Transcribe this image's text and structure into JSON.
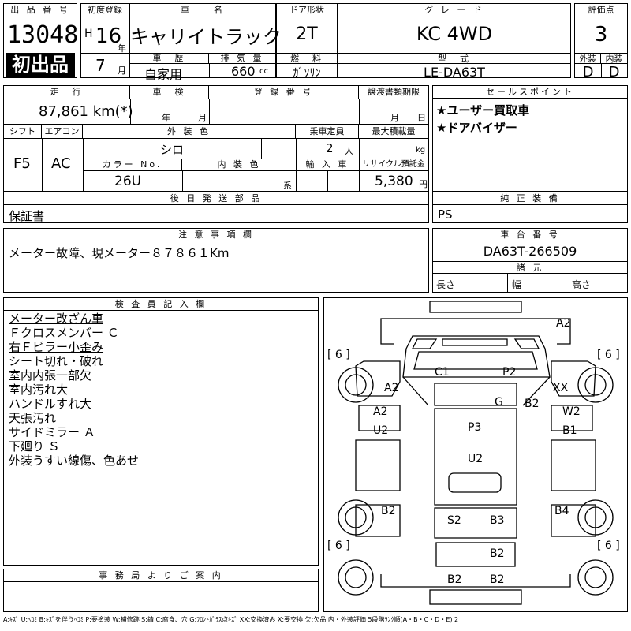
{
  "header": {
    "lot_no_label": "出 品 番 号",
    "lot_no": "13048",
    "first_listing": "初出品",
    "first_reg_label": "初度登録",
    "era": "H",
    "year": "16",
    "year_unit": "年",
    "month": "7",
    "month_unit": "月",
    "car_name_label": "車　　名",
    "car_name": "キャリイトラック",
    "door_label": "ドア形状",
    "door": "2T",
    "grade_label": "グ レ ー ド",
    "grade": "KC 4WD",
    "score_label": "評価点",
    "score": "3",
    "history_label": "車　歴",
    "history": "自家用",
    "displacement_label": "排 気 量",
    "displacement": "660",
    "displacement_unit": "cc",
    "fuel_label": "燃　料",
    "fuel": "ｶﾞｿﾘﾝ",
    "model_label": "型　式",
    "model": "LE-DA63T",
    "exterior_label": "外装",
    "exterior": "D",
    "interior_label": "内装",
    "interior": "D"
  },
  "row2": {
    "mileage_label": "走　行",
    "mileage": "87,861 km(*)",
    "inspection_label": "車　検",
    "insp_year": "年",
    "insp_month": "月",
    "reg_no_label": "登 録 番 号",
    "transfer_label": "譲渡書類期限",
    "transfer_month": "月",
    "transfer_day": "日",
    "sales_label": "セールスポイント",
    "sales_points": [
      "★ユーザー買取車",
      "★ドアバイザー"
    ]
  },
  "row3": {
    "shift_label": "シフト",
    "shift": "F5",
    "ac_label": "エアコン",
    "ac": "AC",
    "ext_color_label": "外 装 色",
    "ext_color": "シロ",
    "capacity_label": "乗車定員",
    "capacity": "2",
    "capacity_unit": "人",
    "load_label": "最大積載量",
    "load_unit": "kg",
    "color_no_label": "カラー No.",
    "color_no": "26U",
    "int_color_label": "内 装 色",
    "int_color_unit": "系",
    "import_label": "輸 入 車",
    "recycle_label": "リサイクル預託金",
    "recycle": "5,380",
    "recycle_unit": "円"
  },
  "later_parts_label": "後 日 発 送 部 品",
  "later_parts": "保証書",
  "genuine_label": "純 正 装 備",
  "genuine": "PS",
  "notes_label": "注 意 事 項 欄",
  "notes": "メーター故障、現メーター８７８６１Km",
  "chassis_label": "車 台 番 号",
  "chassis": "DA63T-266509",
  "dims_label": "諸 元",
  "dims": {
    "length": "長さ",
    "width": "幅",
    "height": "高さ"
  },
  "inspector_label": "検 査 員 記 入 欄",
  "inspector_underlined": [
    "メーター改ざん車",
    "Ｆクロスメンバー Ｃ",
    "右Ｆピラー小歪み"
  ],
  "inspector_notes": [
    "シート切れ・破れ",
    "室内内張一部欠",
    "室内汚れ大",
    "ハンドルすれ大",
    "天張汚れ",
    "サイドミラー Ａ",
    "下廻り Ｓ",
    "外装うすい線傷、色あせ"
  ],
  "office_label": "事 務 局 よ り ご 案 内",
  "legend": "A:ｷｽﾞ U:ﾍｺﾐ B:ｷｽﾞを伴うﾍｺﾐ P:要塗装 W:補修跡 S:錆 C:腐食、穴 G:ﾌﾛﾝﾄｶﾞﾗｽ点ｷｽﾞ XX:交換済み X:要交換 欠:欠品 内・外装評価 5段階ﾗﾝｸ順(A・B・C・D・E) 2",
  "diagram": {
    "tire": "[ 6 ]",
    "marks": [
      "A2",
      "C1",
      "P2",
      "A2",
      "XX",
      "G",
      "A2",
      "B2",
      "W2",
      "U2",
      "P3",
      "B1",
      "U2",
      "B2",
      "B4",
      "S2",
      "B3",
      "B2",
      "B2",
      "B2"
    ]
  }
}
